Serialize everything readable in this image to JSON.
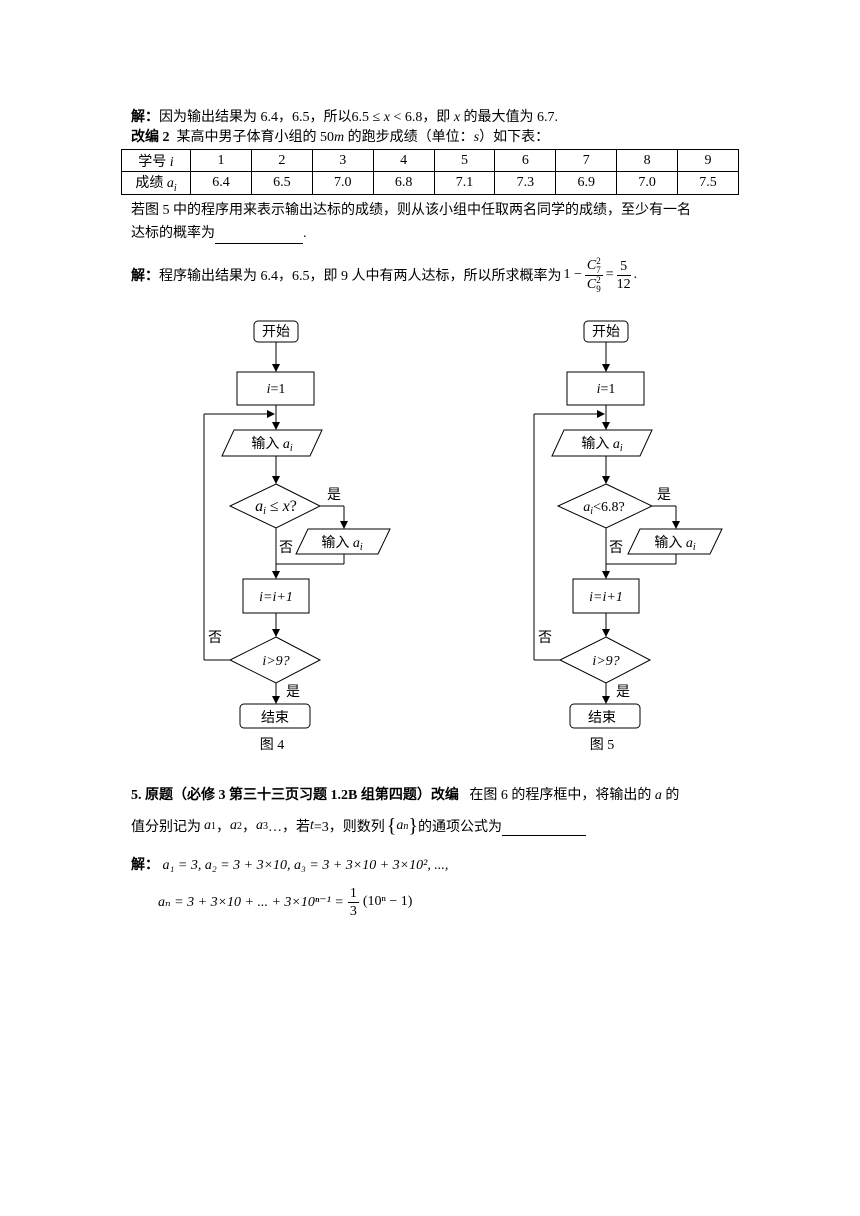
{
  "solution1": {
    "label": "解：",
    "text_a": "因为输出结果为 6.4，6.5，所以",
    "ineq_lo": "6.5",
    "ineq_op1": "≤",
    "ineq_var": "x",
    "ineq_op2": "<",
    "ineq_hi": "6.8",
    "text_b": "，即",
    "var": "x",
    "text_c": "的最大值为 6.7."
  },
  "adapt2": {
    "label": "改编 2",
    "text_a": "某高中男子体育小组的 50",
    "unit_m": "m",
    "text_b": " 的跑步成绩（单位：",
    "unit_s": "s",
    "text_c": "）如下表："
  },
  "table": {
    "row1_label": "学号",
    "row1_var": "i",
    "row2_label": "成绩",
    "row2_var": "a",
    "row2_sub": "i",
    "ids": [
      "1",
      "2",
      "3",
      "4",
      "5",
      "6",
      "7",
      "8",
      "9"
    ],
    "scores": [
      "6.4",
      "6.5",
      "7.0",
      "6.8",
      "7.1",
      "7.3",
      "6.9",
      "7.0",
      "7.5"
    ]
  },
  "question2": {
    "line1": "若图 5 中的程序用来表示输出达标的成绩，则从该小组中任取两名同学的成绩，至少有一名",
    "line2": "达标的概率为",
    "line2_end": "."
  },
  "solution2": {
    "label": "解：",
    "text": "程序输出结果为 6.4，6.5，即 9 人中有两人达标，所以所求概率为",
    "one_minus": "1 −",
    "frac_num": "C",
    "frac_num_sup": "2",
    "frac_num_sub": "7",
    "frac_den": "C",
    "frac_den_sup": "2",
    "frac_den_sub": "9",
    "equals": "=",
    "result_num": "5",
    "result_den": "12",
    "end": "."
  },
  "flowchart_left": {
    "start": "开始",
    "init_var": "i",
    "init_val": "=1",
    "input_label": "输入 ",
    "input_var": "a",
    "input_sub": "i",
    "cond_var": "a",
    "cond_sub": "i",
    "cond_op": "≤",
    "cond_x": "x",
    "cond_q": "?",
    "yes": "是",
    "no": "否",
    "output_label": "输入 ",
    "output_var": "a",
    "output_sub": "i",
    "incr": "i=i+1",
    "loop_cond": "i>9?",
    "loop_no": "否",
    "loop_yes": "是",
    "end": "结束",
    "caption": "图 4"
  },
  "flowchart_right": {
    "start": "开始",
    "init_var": "i",
    "init_val": "=1",
    "input_label": "输入 ",
    "input_var": "a",
    "input_sub": "i",
    "cond_var": "a",
    "cond_sub": "i",
    "cond_rest": "<6.8?",
    "yes": "是",
    "no": "否",
    "output_label": "输入 ",
    "output_var": "a",
    "output_sub": "i",
    "incr": "i=i+1",
    "loop_cond": "i>9?",
    "loop_no": "否",
    "loop_yes": "是",
    "end": "结束",
    "caption": "图 5"
  },
  "problem5": {
    "heading": "5. 原题（必修 3 第三十三页习题 1.2B 组第四题）改编",
    "text_a": "在图 6 的程序框中，将输出的",
    "var_a": "a",
    "text_b": "的",
    "line2_a": "值分别记为",
    "a1": "a",
    "a1_sub": "1",
    "sep1": "，",
    "a2": "a",
    "a2_sub": "2",
    "sep2": "，",
    "a3": "a",
    "a3_sub": "3",
    "ellipsis": "…，若",
    "t": "t",
    "t_val": "=3，则数列",
    "seq_open": "{",
    "seq_var": "a",
    "seq_sub": "n",
    "seq_close": "}",
    "line2_end": "的通项公式为"
  },
  "solution5": {
    "label": "解：",
    "line1": "a₁ = 3, a₂ = 3 + 3×10, a₃ = 3 + 3×10 + 3×10², ...,",
    "line2_lhs": "aₙ = 3 + 3×10 + ... + 3×10ⁿ⁻¹ =",
    "frac_num": "1",
    "frac_den": "3",
    "line2_rhs": "(10ⁿ − 1)"
  }
}
